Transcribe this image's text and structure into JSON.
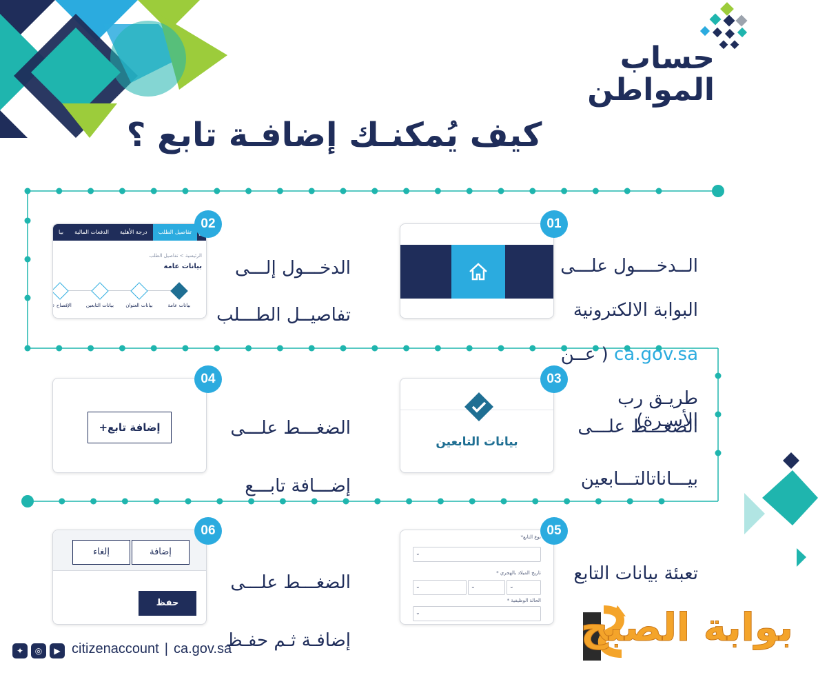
{
  "logo": {
    "line1": "حساب",
    "line2": "المواطن"
  },
  "title": "كيف يُمكنـك إضافـة تابع ؟",
  "steps": [
    {
      "number": "01",
      "line1": "الــدخــــول علـــى",
      "line2": "البوابة الالكترونية",
      "link": "ca.gov.sa",
      "line3_suffix": " ( عــن",
      "line4": "طريـق رب الأسـرة)"
    },
    {
      "number": "02",
      "line1": "الدخـــول إلـــى",
      "line2": "تفاصيــل الطـــلب"
    },
    {
      "number": "03",
      "line1": "الضغـــط علـــى",
      "line2": "بيـــاناتالتـــابعين"
    },
    {
      "number": "04",
      "line1": "الضغـــط علـــى",
      "line2": "إضـــافة تابـــع"
    },
    {
      "number": "05",
      "line1": "تعبئة بيانات التابع"
    },
    {
      "number": "06",
      "line1": "الضغـــط علـــى",
      "line2": "إضافـة ثـم حفـظ"
    }
  ],
  "card02": {
    "tabs": [
      "تفاصيل الطلب",
      "درجة الأهلية",
      "الدفعات المالية",
      "بيا"
    ],
    "breadcrumb": "الرئيسية > تفاصيل الطلب",
    "title": "بيانات عامة",
    "progress": [
      "بيانات عامة",
      "بيانات العنوان",
      "بيانات التابعين",
      "الإفصاح عن"
    ]
  },
  "card03": {
    "label": "بيانات التابعين"
  },
  "card04": {
    "button": "إضافة تابع+"
  },
  "card05": {
    "field1": "نوع التابع*",
    "field2": "تاريخ الميلاد بالهجري *",
    "field3": "الحالة الوظيفية *"
  },
  "card06": {
    "add": "إضافة",
    "cancel": "إلغاء",
    "save": "حفظ"
  },
  "footer": {
    "handle": "citizenaccount",
    "separator": "|",
    "site": "ca.gov.sa"
  },
  "watermark": "بوابة الصبح",
  "colors": {
    "navy": "#1f2d5a",
    "cyan": "#2babdf",
    "green": "#9ccc3b",
    "teal": "#1fb5ae"
  },
  "icons": [
    "home-icon",
    "check-icon",
    "twitter-icon",
    "instagram-icon",
    "youtube-icon",
    "chevron-down-icon"
  ]
}
